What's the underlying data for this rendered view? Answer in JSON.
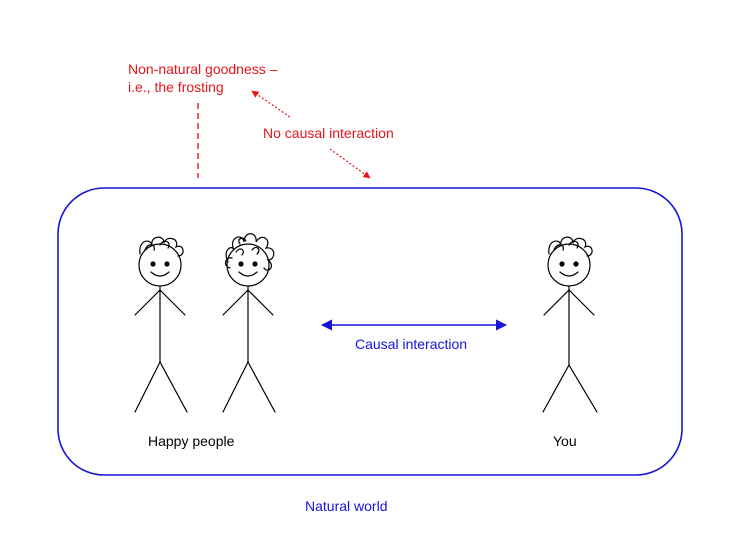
{
  "colors": {
    "annotation": "#e8151b",
    "natural": "#1714d8",
    "figure": "#000000",
    "background": "#ffffff"
  },
  "labels": {
    "frosting_line1": "Non-natural goodness –",
    "frosting_line2": "i.e., the frosting",
    "no_causal": "No causal interaction",
    "causal": "Causal interaction",
    "happy_people": "Happy people",
    "you": "You",
    "natural_world": "Natural world"
  },
  "figures": [
    {
      "name": "happy-person-1",
      "hair": "curly-top"
    },
    {
      "name": "happy-person-2",
      "hair": "curly-full"
    },
    {
      "name": "you",
      "hair": "curly-top"
    }
  ],
  "icons": [
    "stick-figure-icon",
    "double-arrow-icon",
    "dotted-arrow-icon"
  ]
}
